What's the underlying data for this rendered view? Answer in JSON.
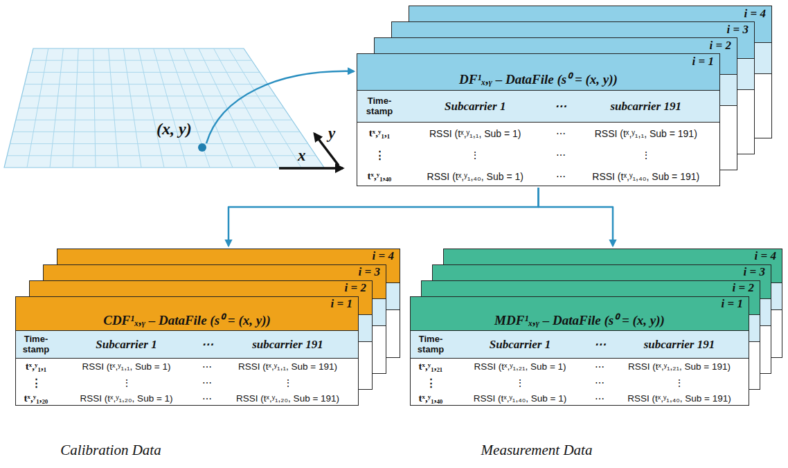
{
  "diagram": {
    "nodes": [
      {
        "text": [
          "i = 4"
        ]
      },
      {
        "text": [
          "i = 3"
        ]
      },
      {
        "text": [
          "i = 2"
        ]
      },
      {
        "text": [
          "i = 1",
          "DF¹ₓ,ᵧ – DataFile (s⁰ = (x, y))"
        ]
      },
      {
        "text": [
          "i = 4"
        ]
      },
      {
        "text": [
          "i = 3"
        ]
      },
      {
        "text": [
          "i = 2"
        ]
      },
      {
        "text": [
          "i = 1",
          "CDF¹ₓ,ᵧ – DataFile (s⁰ = (x, y))"
        ]
      },
      {
        "text": [
          "i = 4"
        ]
      },
      {
        "text": [
          "i = 3"
        ]
      },
      {
        "text": [
          "i = 2"
        ]
      },
      {
        "text": [
          "i = 1",
          "MDF¹ₓ,ᵧ – DataFile (s⁰ = (x, y))"
        ]
      }
    ],
    "edges": [
      {
        "from": 3,
        "to": 4,
        "arrow": "to"
      },
      {
        "from": 3,
        "to": 8,
        "arrow": "to"
      }
    ],
    "labels": [
      "(x, y)",
      "y",
      "x",
      "Time- stamp",
      "Subcarrier 1",
      "⋯",
      "subcarrier 191",
      "tˣ,ʸ₁,₁",
      "RSSI (tˣ,ʸ₁,₁, Sub = 1)",
      "⋯",
      "RSSI (tˣ,ʸ₁,₁, Sub = 191)",
      "⋮",
      "⋮",
      "⋯",
      "⋮",
      "tˣ,ʸ₁,₄₀",
      "RSSI (tˣ,ʸ₁,₄₀, Sub = 1)",
      "⋯",
      "RSSI (tˣ,ʸ₁,₄₀, Sub = 191)",
      "Time- stamp",
      "Subcarrier 1",
      "⋯",
      "subcarrier 191",
      "tˣ,ʸ₁,₁",
      "RSSI (tˣ,ʸ₁,₁, Sub = 1)",
      "⋯",
      "RSSI (tˣ,ʸ₁,₁, Sub = 191)",
      "⋮",
      "⋮",
      "⋯",
      "⋮",
      "tˣ,ʸ₁,₂₀",
      "RSSI (tˣ,ʸ₁,₂₀, Sub = 1)",
      "⋯",
      "RSSI (tˣ,ʸ₁,₂₀, Sub = 191)",
      "Time- stamp",
      "Subcarrier 1",
      "⋯",
      "subcarrier 191",
      "tˣ,ʸ₁,₂₁",
      "RSSI (tˣ,ʸ₁,₂₁, Sub = 1)",
      "⋯",
      "RSSI (tˣ,ʸ₁,₂₁, Sub = 191)",
      "⋮",
      "⋮",
      "⋯",
      "⋮",
      "tˣ,ʸ₁,₄₀",
      "RSSI (tˣ,ʸ₁,₄₀, Sub = 1)",
      "⋯",
      "RSSI (tˣ,ʸ₁,₄₀, Sub = 191)",
      "Calibration Data",
      "Measurement Data"
    ]
  }
}
